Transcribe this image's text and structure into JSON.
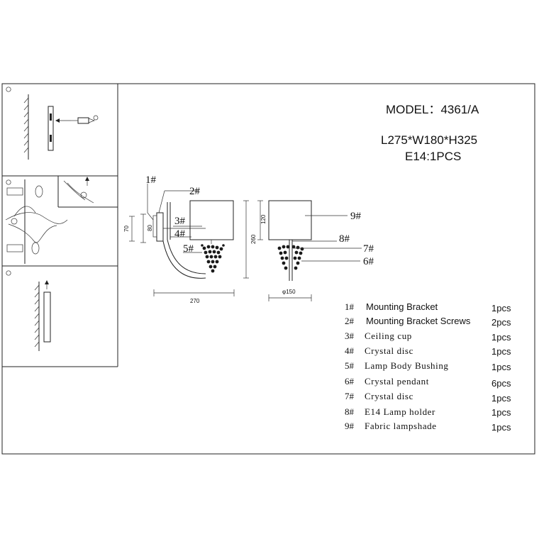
{
  "header": {
    "model_label": "MODEL：4361/A",
    "dimensions": "L275*W180*H325",
    "bulb": "E14:1PCS"
  },
  "callouts": {
    "c1": "1#",
    "c2": "2#",
    "c3": "3#",
    "c4": "4#",
    "c5": "5#",
    "c6": "6#",
    "c7": "7#",
    "c8": "8#",
    "c9": "9#"
  },
  "dims": {
    "h70": "70",
    "h80": "80",
    "w270": "270",
    "h260": "260",
    "h120": "120",
    "d150": "φ150"
  },
  "parts": [
    {
      "num": "1#",
      "name": "Mounting Bracket",
      "qty": "1pcs",
      "font": "sans"
    },
    {
      "num": "2#",
      "name": "Mounting Bracket  Screws",
      "qty": "2pcs",
      "font": "sans"
    },
    {
      "num": "3#",
      "name": "Ceiling cup",
      "qty": "1pcs",
      "font": "serif"
    },
    {
      "num": "4#",
      "name": "Crystal disc",
      "qty": "1pcs",
      "font": "serif"
    },
    {
      "num": "5#",
      "name": "Lamp Body Bushing",
      "qty": "1pcs",
      "font": "serif"
    },
    {
      "num": "6#",
      "name": "Crystal pendant",
      "qty": "6pcs",
      "font": "serif"
    },
    {
      "num": "7#",
      "name": "Crystal disc",
      "qty": "1pcs",
      "font": "serif"
    },
    {
      "num": "8#",
      "name": "E14 Lamp holder",
      "qty": "1pcs",
      "font": "serif"
    },
    {
      "num": "9#",
      "name": "Fabric lampshade",
      "qty": "1pcs",
      "font": "serif"
    }
  ],
  "icons": {
    "step_markers": [
      "circle-step-icon",
      "circle-step-icon",
      "circle-step-icon"
    ],
    "install_arrows": [
      "up-arrow-icon",
      "up-arrow-icon"
    ]
  },
  "colors": {
    "line": "#222222",
    "background": "#ffffff"
  }
}
